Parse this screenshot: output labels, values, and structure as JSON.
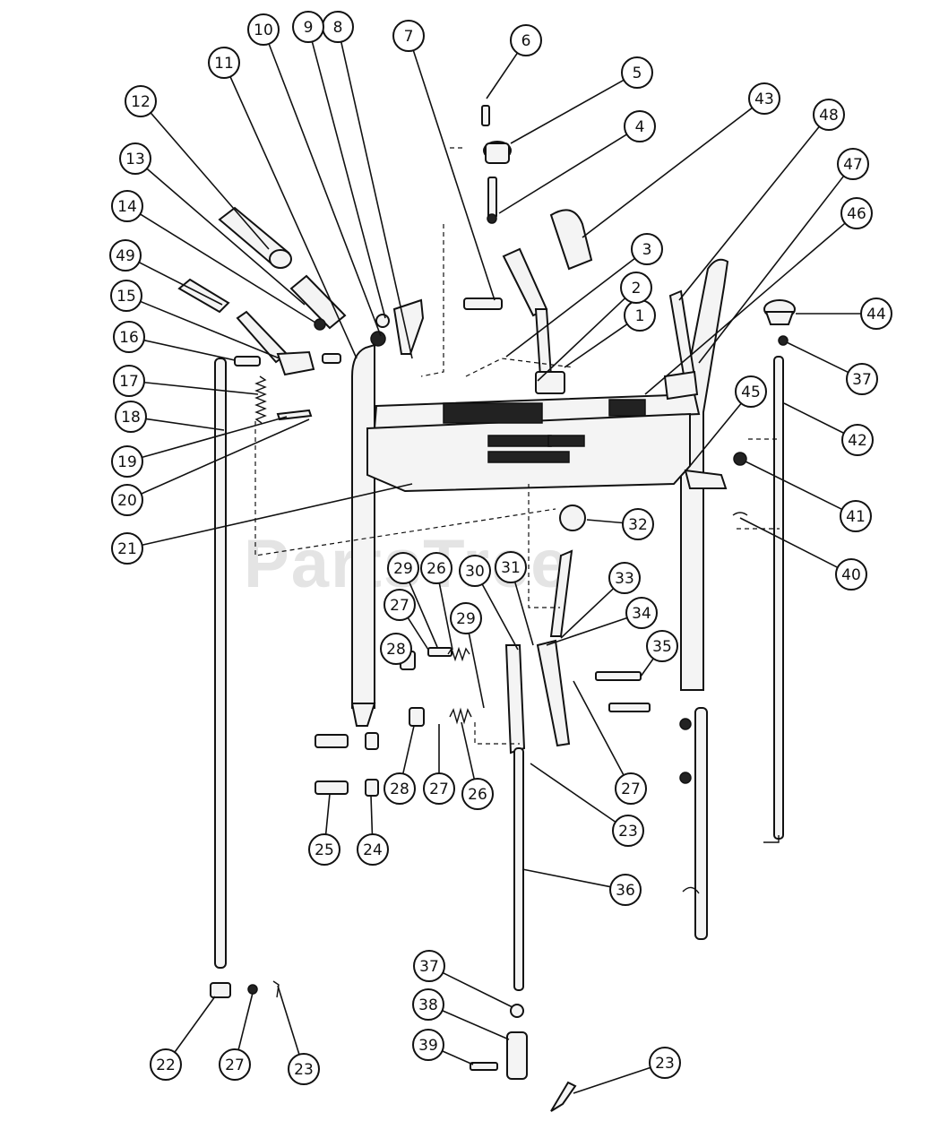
{
  "watermark": "PartsTree",
  "callouts": [
    "1",
    "2",
    "3",
    "4",
    "5",
    "6",
    "7",
    "8",
    "9",
    "10",
    "11",
    "12",
    "13",
    "14",
    "15",
    "16",
    "17",
    "18",
    "19",
    "20",
    "21",
    "22",
    "23",
    "24",
    "25",
    "26",
    "27",
    "28",
    "29",
    "30",
    "31",
    "32",
    "33",
    "34",
    "35",
    "36",
    "37",
    "38",
    "39",
    "40",
    "41",
    "42",
    "43",
    "44",
    "45",
    "46",
    "47",
    "48",
    "49"
  ]
}
